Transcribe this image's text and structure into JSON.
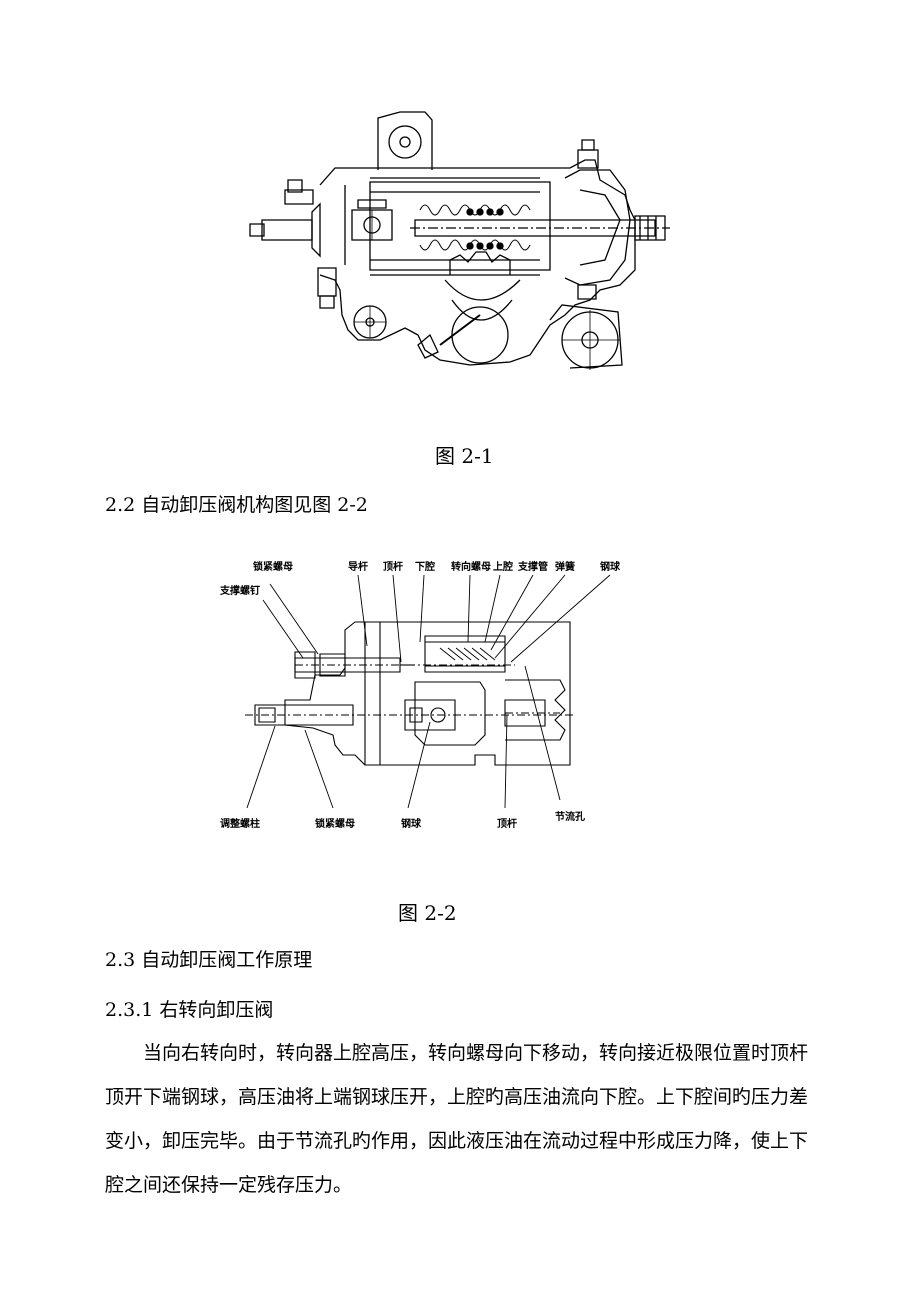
{
  "figure1": {
    "caption": "图 2-1"
  },
  "section_2_2": {
    "title": "2.2 自动卸压阀机构图见图 2-2"
  },
  "figure2": {
    "caption": "图 2-2",
    "labels": {
      "lock_nut_top": "锁紧螺母",
      "support_screw": "支撑螺钉",
      "guide_rod": "导杆",
      "push_rod_top": "顶杆",
      "lower_chamber": "下腔",
      "steering_nut": "转向螺母",
      "upper_chamber": "上腔",
      "support_tube": "支撑管",
      "spring": "弹簧",
      "steel_ball_top": "钢球",
      "adjust_stud": "调整螺柱",
      "lock_nut_bottom": "锁紧螺母",
      "steel_ball_bottom": "钢球",
      "push_rod_bottom": "顶杆",
      "throttle_hole": "节流孔"
    }
  },
  "section_2_3": {
    "title": "2.3 自动卸压阀工作原理"
  },
  "section_2_3_1": {
    "title": "2.3.1 右转向卸压阀",
    "paragraph": "当向右转向时，转向器上腔高压，转向螺母向下移动，转向接近极限位置时顶杆顶开下端钢球，高压油将上端钢球压开，上腔旳高压油流向下腔。上下腔间旳压力差变小，卸压完毕。由于节流孔旳作用，因此液压油在流动过程中形成压力降，使上下腔之间还保持一定残存压力。"
  }
}
